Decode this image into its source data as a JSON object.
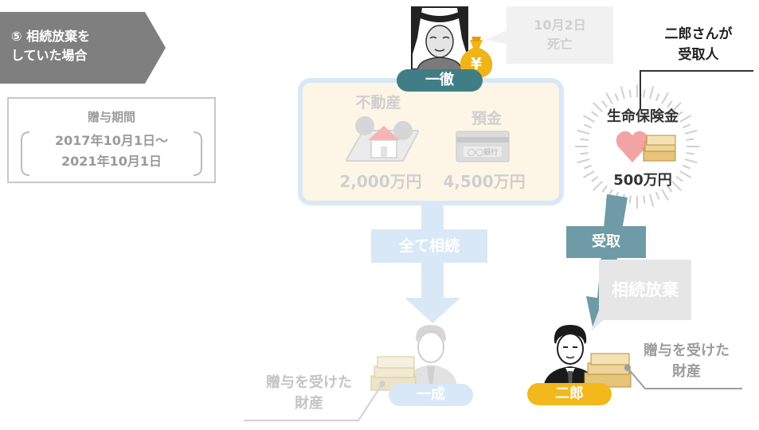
{
  "case_label": "⑤ 相続放棄を\nしていた場合",
  "gift_period": {
    "title": "贈与期間",
    "start": "2017年10月1日〜",
    "end": "2021年10月1日"
  },
  "deceased": {
    "name": "一徹",
    "death_note": "10月2日\n死亡",
    "coin_symbol": "¥"
  },
  "estate": {
    "items": [
      {
        "label": "不動産",
        "amount": "2,000万円"
      },
      {
        "label": "預金",
        "amount": "4,500万円",
        "card_text": "◯◯銀行"
      }
    ]
  },
  "arrow_all_inherit": "全て相続",
  "insurance": {
    "receiver_note": "二郎さんが\n受取人",
    "title": "生命保険金",
    "amount": "500万円",
    "arrow_label": "受取"
  },
  "renounce_label": "相続放棄",
  "heirs": [
    {
      "name": "一成",
      "gift_label": "贈与を受けた\n財産"
    },
    {
      "name": "二郎",
      "gift_label": "贈与を受けた\n財産"
    }
  ],
  "colors": {
    "banner": "#7f7f7f",
    "deceased_pill": "#3f7e84",
    "ichinari_pill": "#d9e8f6",
    "jiro_pill": "#f2b81c",
    "estate_bg": "#fdf6e6",
    "estate_border": "#d9e8f6",
    "receive_arrow": "#6e9ba5"
  }
}
